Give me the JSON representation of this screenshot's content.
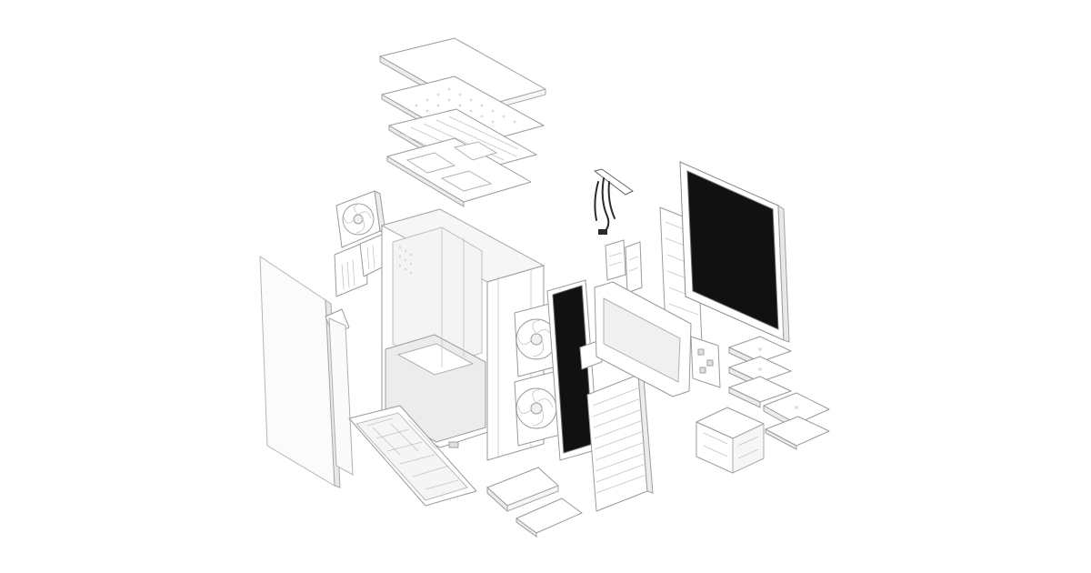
{
  "scene": {
    "background": "#ffffff",
    "accent_dark": "#111111",
    "part_color": "#ffffff"
  },
  "parts": [
    "top-cover",
    "top-mesh-panel",
    "top-dust-filter",
    "top-fan-bracket",
    "rear-fan",
    "rear-io-bracket",
    "tempered-glass-side-panel",
    "right-side-panel-frame",
    "chassis",
    "front-fan-top",
    "front-fan-bottom",
    "front-dust-filter",
    "front-panel",
    "bottom-dust-filter",
    "psu-shroud-cover",
    "ssd-tray-1",
    "ssd-tray-2",
    "cable-harness",
    "drive-bracket-small",
    "side-panel-black",
    "motherboard-tray-plate",
    "psu-shroud-side",
    "hdd-cage-bracket",
    "hdd-tray-stack",
    "hdd-cage"
  ]
}
